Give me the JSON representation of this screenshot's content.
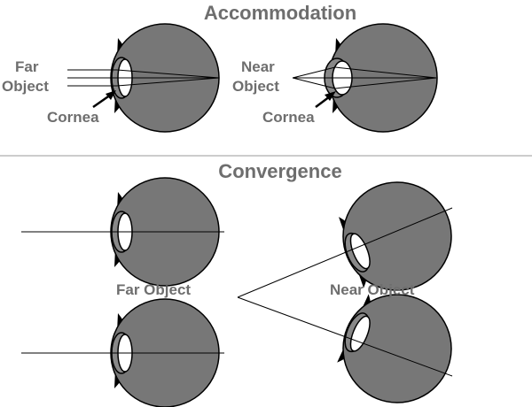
{
  "accommodation": {
    "title": "Accommodation",
    "far_label_line1": "Far",
    "far_label_line2": "Object",
    "near_label_line1": "Near",
    "near_label_line2": "Object",
    "cornea_label_left": "Cornea",
    "cornea_label_right": "Cornea"
  },
  "convergence": {
    "title": "Convergence",
    "far_object_label": "Far Object",
    "near_object_label": "Near Object"
  },
  "colors": {
    "eyeball": "#777777",
    "lens_ring": "#888888",
    "outline": "#000000",
    "label_text": "#6e6e6e",
    "divider": "#9a9a9a"
  }
}
